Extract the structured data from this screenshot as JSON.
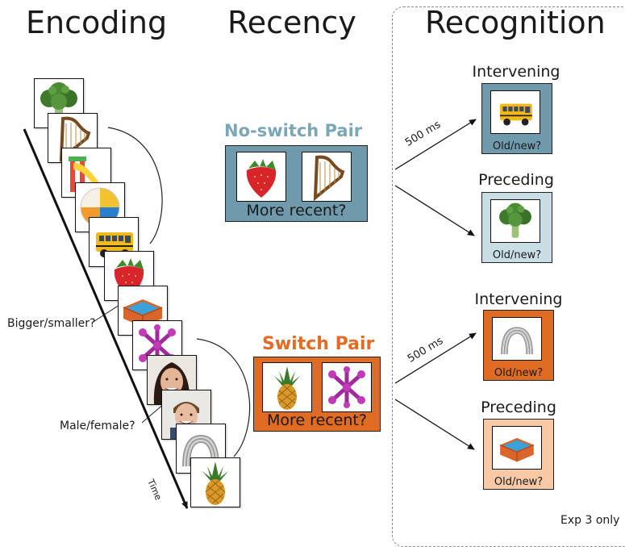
{
  "headings": {
    "encoding": "Encoding",
    "recency": "Recency",
    "recognition": "Recognition"
  },
  "encoding": {
    "time_label": "Time",
    "question_size": "Bigger/smaller?",
    "question_gender": "Male/female?",
    "items": [
      "broccoli",
      "harp",
      "slide",
      "beach-ball",
      "school-bus",
      "strawberry",
      "hot-tub",
      "jacks",
      "woman-face",
      "man-face",
      "slinky",
      "pineapple"
    ]
  },
  "recency": {
    "noswitch": {
      "title": "No-switch Pair",
      "question": "More recent?",
      "title_color": "#7aa7b8",
      "panel_color": "#6f9aac"
    },
    "switch": {
      "title": "Switch Pair",
      "question": "More recent?",
      "title_color": "#e36b24",
      "panel_color": "#e06b22"
    }
  },
  "recognition": {
    "timing_top": "500 ms",
    "timing_bottom": "500 ms",
    "top_intervening": {
      "title": "Intervening",
      "question": "Old/new?",
      "color": "#6f9aac"
    },
    "top_preceding": {
      "title": "Preceding",
      "question": "Old/new?",
      "color": "#c9dde5"
    },
    "bottom_intervening": {
      "title": "Intervening",
      "question": "Old/new?",
      "color": "#e06b22"
    },
    "bottom_preceding": {
      "title": "Preceding",
      "question": "Old/new?",
      "color": "#f8c9a6"
    },
    "footnote": "Exp 3 only"
  }
}
